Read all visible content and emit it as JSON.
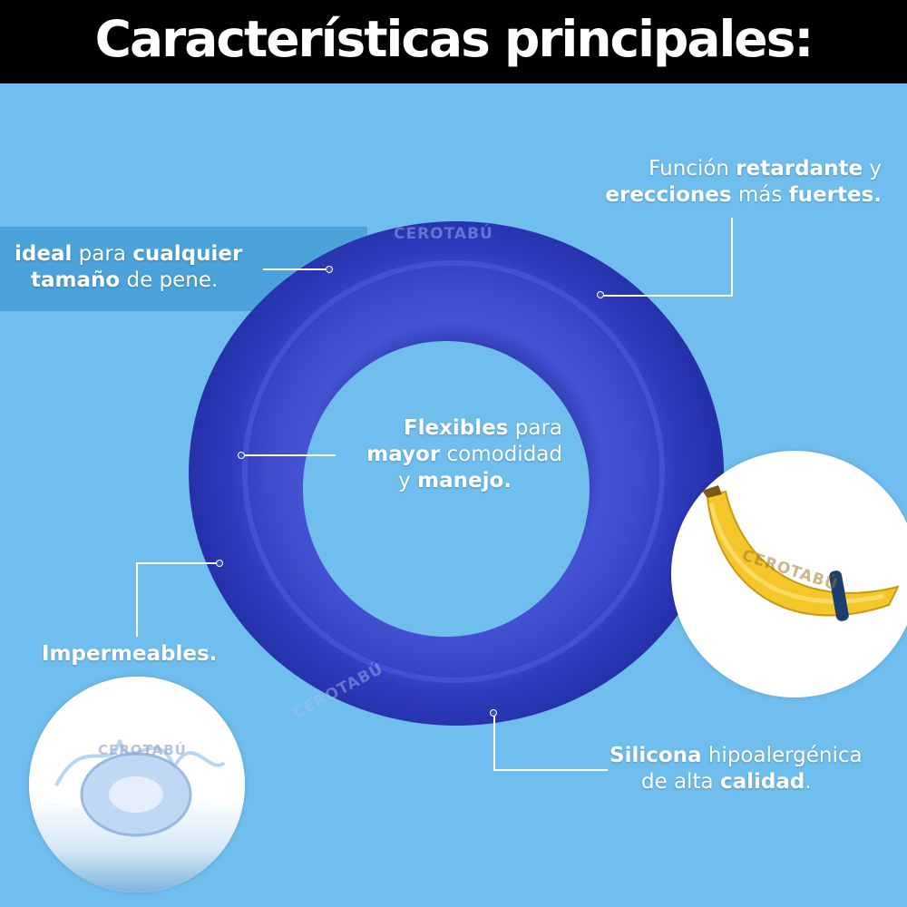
{
  "header": {
    "title": "Características principales:"
  },
  "colors": {
    "background": "#6fbeee",
    "ring": "#2e3bbd",
    "accent_band": "#2d8cc8",
    "banana": "#f3c62a"
  },
  "watermark": "CEROTABÚ",
  "features": {
    "ideal": {
      "b1": "ideal",
      "t1": " para ",
      "b2": "cualquier",
      "b3": "tamaño",
      "t2": " de pene."
    },
    "funcion": {
      "t1": "Función ",
      "b1": "retardante",
      "t2": " y",
      "b2": "erecciones",
      "t3": " más ",
      "b3": "fuertes."
    },
    "flexibles": {
      "b1": "Flexibles",
      "t1": " para",
      "b2": "mayor",
      "t2": " comodidad",
      "t3": "y ",
      "b3": "manejo."
    },
    "impermeables": {
      "b1": "Impermeables."
    },
    "silicona": {
      "b1": "Silicona",
      "t1": " hipoalergénica",
      "t2": "de alta ",
      "b2": "calidad",
      "t3": "."
    }
  },
  "icons": {
    "ring": "silicone-ring-image",
    "banana": "banana-with-ring-image",
    "water": "ring-in-water-splash-image"
  }
}
